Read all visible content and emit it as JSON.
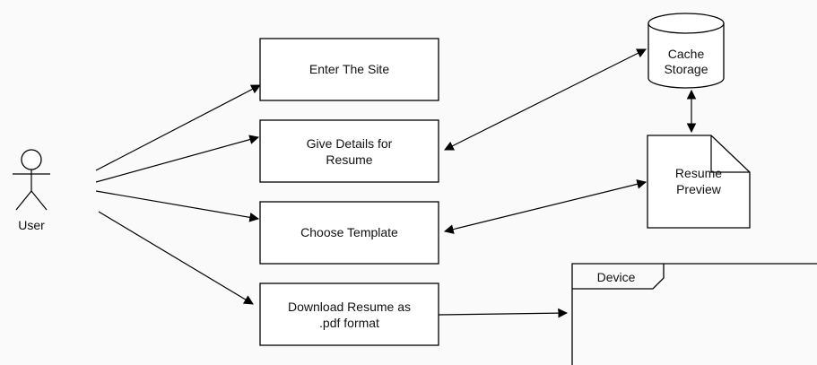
{
  "actor": {
    "label": "User"
  },
  "processes": [
    {
      "id": "enter",
      "lines": [
        "Enter The Site"
      ]
    },
    {
      "id": "details",
      "lines": [
        "Give Details for",
        "Resume"
      ]
    },
    {
      "id": "template",
      "lines": [
        "Choose Template"
      ]
    },
    {
      "id": "download",
      "lines": [
        "Download Resume as",
        ".pdf format"
      ]
    }
  ],
  "cache": {
    "lines": [
      "Cache",
      "Storage"
    ]
  },
  "preview": {
    "lines": [
      "Resume",
      "Preview"
    ]
  },
  "device": {
    "label": "Device"
  }
}
